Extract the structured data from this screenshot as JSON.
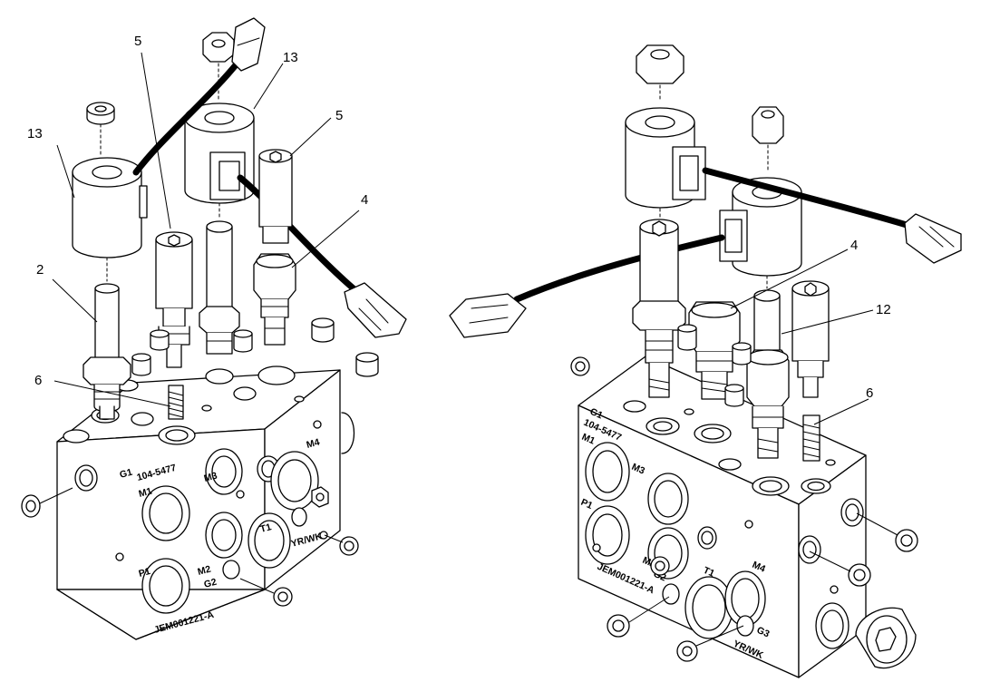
{
  "callouts": {
    "left": [
      "13",
      "5",
      "13",
      "5",
      "4",
      "2",
      "6"
    ],
    "right": [
      "4",
      "12",
      "6"
    ]
  },
  "block_markings": {
    "left": {
      "part_number": "104-5477",
      "serial": "JEM001221-A",
      "ports": [
        "G1",
        "M1",
        "M3",
        "M4",
        "P1",
        "M2",
        "G2",
        "T1",
        "YR/WK"
      ]
    },
    "right": {
      "part_number": "104-5477",
      "serial": "JEM001221-A",
      "ports": [
        "G1",
        "M1",
        "M3",
        "P1",
        "M2",
        "G2",
        "T1",
        "M4",
        "G3",
        "YR/WK"
      ]
    }
  }
}
